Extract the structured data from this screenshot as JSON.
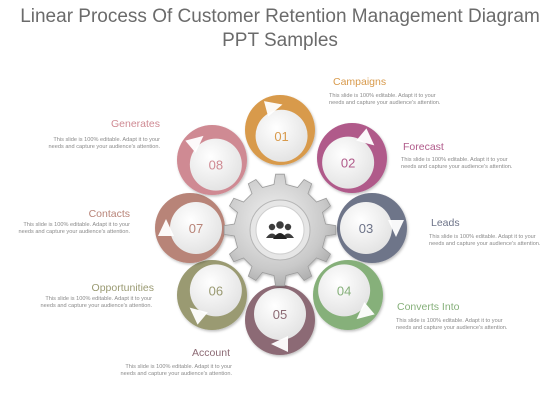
{
  "title": {
    "line1": "Linear Process Of Customer Retention Management Diagram",
    "line2": "PPT Samples"
  },
  "center_icon": "people-group-icon",
  "steps": [
    {
      "number": "01",
      "label": "Campaigns",
      "description": "This slide is 100% editable. Adapt it to your needs and capture your audience's attention.",
      "color": "#d89a4c"
    },
    {
      "number": "02",
      "label": "Forecast",
      "description": "This slide is 100% editable. Adapt it to your needs and capture your audience's attention.",
      "color": "#b05a8a"
    },
    {
      "number": "03",
      "label": "Leads",
      "description": "This slide is 100% editable. Adapt it to your needs and capture your audience's attention.",
      "color": "#6e7489"
    },
    {
      "number": "04",
      "label": "Converts Into",
      "description": "This slide is 100% editable. Adapt it to your needs and capture your audience's attention.",
      "color": "#86b07a"
    },
    {
      "number": "05",
      "label": "Account",
      "description": "This slide is 100% editable. Adapt it to your needs and capture your audience's attention.",
      "color": "#8c6a74"
    },
    {
      "number": "06",
      "label": "Opportunities",
      "description": "This slide is 100% editable. Adapt it to your needs and capture your audience's attention.",
      "color": "#9a9a72"
    },
    {
      "number": "07",
      "label": "Contacts",
      "description": "This slide is 100% editable. Adapt it to your needs and capture your audience's attention.",
      "color": "#b88478"
    },
    {
      "number": "08",
      "label": "Generates",
      "description": "This slide is 100% editable. Adapt it to your needs and capture your audience's attention.",
      "color": "#cf8a93"
    }
  ]
}
